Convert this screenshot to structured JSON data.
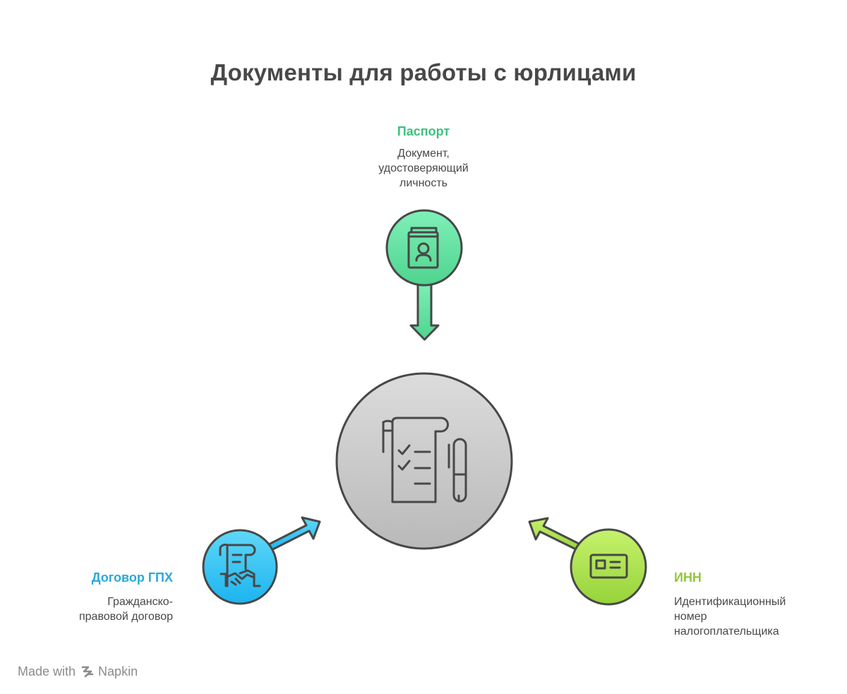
{
  "title": "Документы для работы с юрлицами",
  "colors": {
    "passport": "#5ed99a",
    "gph": "#2bbbe8",
    "inn": "#a9e04c",
    "center": "#c9c9c9",
    "stroke": "#484848"
  },
  "center": {
    "icon": "document-checklist-pen-icon"
  },
  "items": {
    "passport": {
      "title": "Паспорт",
      "description": "Документ,\nудостоверяющий\nличность",
      "icon": "passport-icon",
      "title_color": "#3fc07f"
    },
    "gph": {
      "title": "Договор ГПХ",
      "description": "Гражданско-\nправовой договор",
      "icon": "contract-handshake-icon",
      "title_color": "#29a9d8"
    },
    "inn": {
      "title": "ИНН",
      "description": "Идентификационный\nномер\nналогоплательщика",
      "icon": "id-card-icon",
      "title_color": "#93c63a"
    }
  },
  "footer": {
    "made_with": "Made with",
    "brand": "Napkin"
  }
}
